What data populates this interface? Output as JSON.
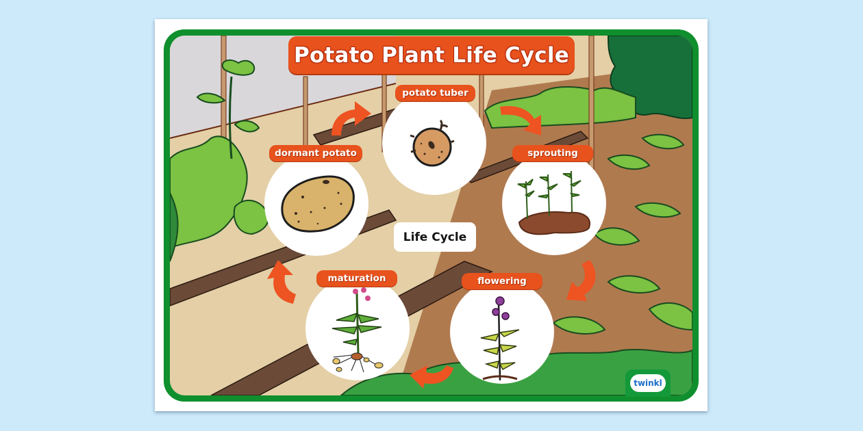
{
  "poster": {
    "title": "Potato Plant Life Cycle",
    "center_label": "Life Cycle",
    "brand": "twinkl",
    "colors": {
      "background": "#cdeafb",
      "frame_green": "#0f8f2d",
      "banner_orange": "#e8521c",
      "soil_tan": "#e4cfa6",
      "soil_brown": "#b07a4f",
      "plank_dark": "#6b4a38",
      "leaf_green": "#7cc243"
    }
  },
  "stages": [
    {
      "id": "potato-tuber",
      "label": "potato tuber",
      "icon": "potato-tuber-icon"
    },
    {
      "id": "sprouting",
      "label": "sprouting",
      "icon": "sprouting-seedlings-icon"
    },
    {
      "id": "flowering",
      "label": "flowering",
      "icon": "flowering-plant-icon"
    },
    {
      "id": "maturation",
      "label": "maturation",
      "icon": "mature-plant-with-tubers-icon"
    },
    {
      "id": "dormant-potato",
      "label": "dormant potato",
      "icon": "dormant-potato-icon"
    }
  ],
  "arrows": [
    "arrow-dormant-to-tuber",
    "arrow-tuber-to-sprouting",
    "arrow-sprouting-to-flowering",
    "arrow-flowering-to-maturation",
    "arrow-maturation-to-dormant"
  ]
}
